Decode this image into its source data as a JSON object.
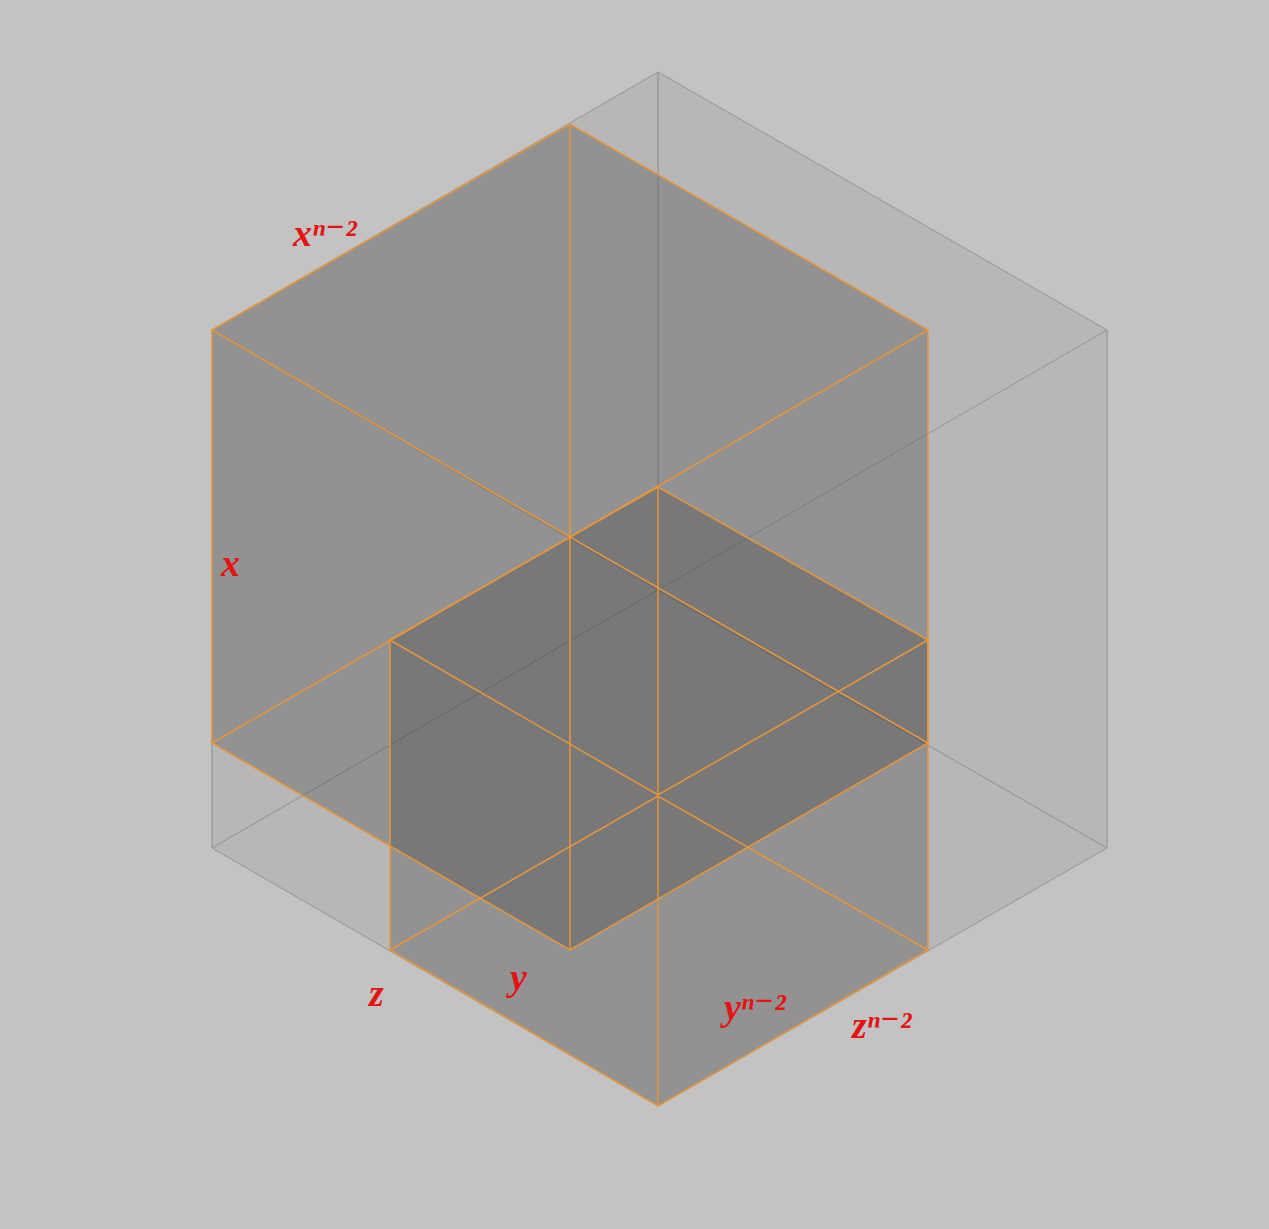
{
  "diagram": {
    "labels": [
      "xⁿ⁻²",
      "x",
      "z",
      "y",
      "yⁿ⁻²",
      "zⁿ⁻²"
    ]
  }
}
